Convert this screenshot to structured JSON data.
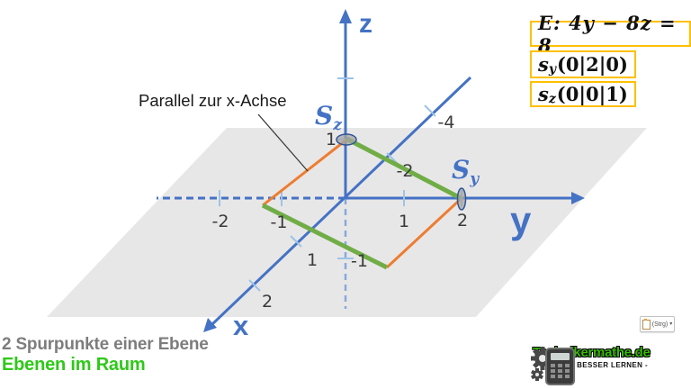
{
  "colors": {
    "axis_blue": "#4472C4",
    "dashed_light_blue": "#85A9DC",
    "tick_blue": "#9DC3E6",
    "trace_green": "#70AD47",
    "parallel_orange": "#ED7D31",
    "plane_gray": "#E8E7E7",
    "formula_box_border": "#FFC000",
    "footer_title_gray": "#7D7D7D",
    "footer_subtitle_green": "#2EC918",
    "brand_green": "#35BC00"
  },
  "formulas": {
    "equation": "E: 4y − 8z = 8",
    "sy_base": "s",
    "sy_sub": "y",
    "sy_coords": "(0|2|0)",
    "sz_base": "s",
    "sz_sub": "z",
    "sz_coords": "(0|0|1)"
  },
  "diagram": {
    "annotation": "Parallel zur x-Achse",
    "axes": {
      "x": "x",
      "y": "y",
      "z": "z"
    },
    "points": {
      "sz_base": "S",
      "sz_sub": "z",
      "sy_base": "S",
      "sy_sub": "y"
    },
    "ticks": {
      "z1": "1",
      "zm1": "-1",
      "y1": "1",
      "y2": "2",
      "ym1": "-1",
      "ym2": "-2",
      "x1": "1",
      "x2": "2",
      "xm2": "-2",
      "xm4": "-4"
    }
  },
  "footer": {
    "title": "2 Spurpunkte einer Ebene",
    "subtitle": "Ebenen im Raum"
  },
  "logo": {
    "brand": "Technikermathe.de",
    "tagline": "- TECHNIK BESSER LERNEN -"
  },
  "paste_button": {
    "label": "(Strg)",
    "caret": "▾"
  }
}
